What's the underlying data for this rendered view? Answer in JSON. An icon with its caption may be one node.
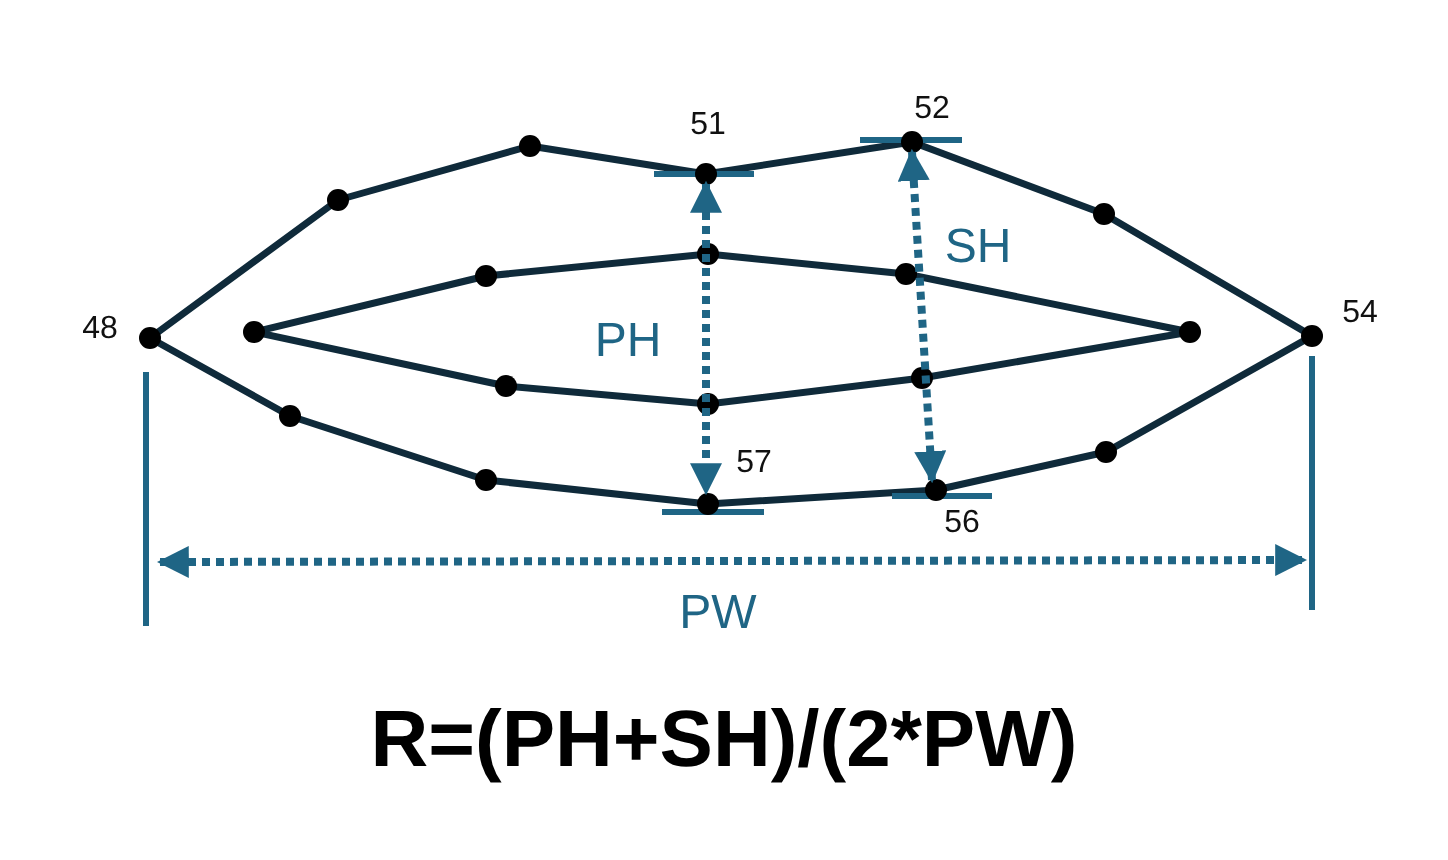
{
  "diagram": {
    "caption": "R=(PH+SH)/(2*PW)",
    "labels": [
      "51",
      "52",
      "48",
      "PH",
      "SH",
      "54",
      "57",
      "56",
      "PW"
    ]
  }
}
